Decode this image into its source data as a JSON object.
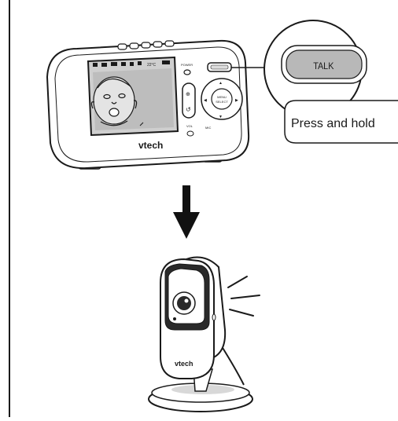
{
  "parent_unit": {
    "brand": "vtech",
    "power_label": "POWER",
    "talk_button_label": "TALK",
    "menu_button_label": "MENU\nSELECT",
    "menu_line1": "MENU",
    "menu_line2": "SELECT",
    "vol_label": "VOL",
    "mic_label": "MIC",
    "screen_status": "22°C"
  },
  "callout": {
    "button_label": "TALK",
    "instruction": "Press and hold"
  },
  "baby_unit": {
    "brand": "vtech"
  },
  "colors": {
    "line": "#1a1a1a",
    "body_fill": "#ffffff",
    "shade": "#bfbfbf",
    "dark": "#2a2a2a",
    "arrow": "#111111"
  },
  "icons": {
    "arrow": "arrow-down-icon",
    "sound": "sound-waves-icon"
  }
}
